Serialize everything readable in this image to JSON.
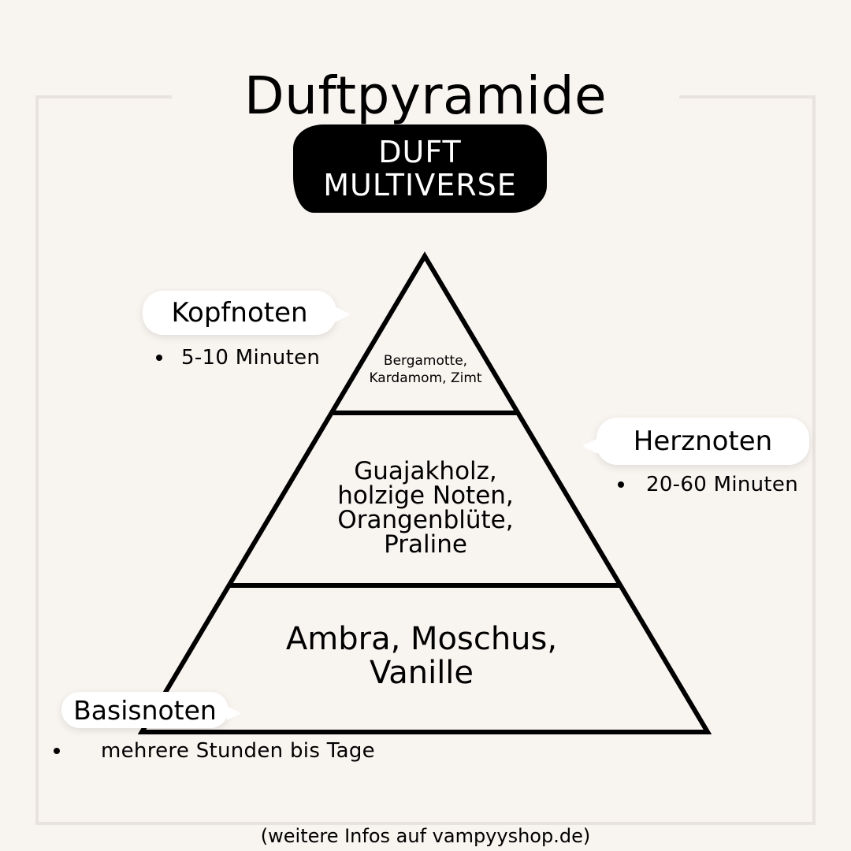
{
  "title": "Duftpyramide",
  "brand": {
    "line1": "DUFT",
    "line2": "MULTIVERSE"
  },
  "pyramid": {
    "top_notes": "Bergamotte,\nKardamom, Zimt",
    "middle_notes": "Guajakholz,\nholzige Noten,\nOrangenblüte,\nPraline",
    "base_notes": "Ambra, Moschus,\nVanille"
  },
  "labels": {
    "kopf": {
      "title": "Kopfnoten",
      "duration": "5-10 Minuten"
    },
    "herz": {
      "title": "Herznoten",
      "duration": "20-60 Minuten"
    },
    "basis": {
      "title": "Basisnoten",
      "duration": "mehrere Stunden bis Tage"
    }
  },
  "footer": "(weitere Infos auf vampyyshop.de)",
  "colors": {
    "background": "#f8f4f0",
    "frame": "#e8e3de",
    "ink": "#000000",
    "bubble": "#ffffff"
  }
}
